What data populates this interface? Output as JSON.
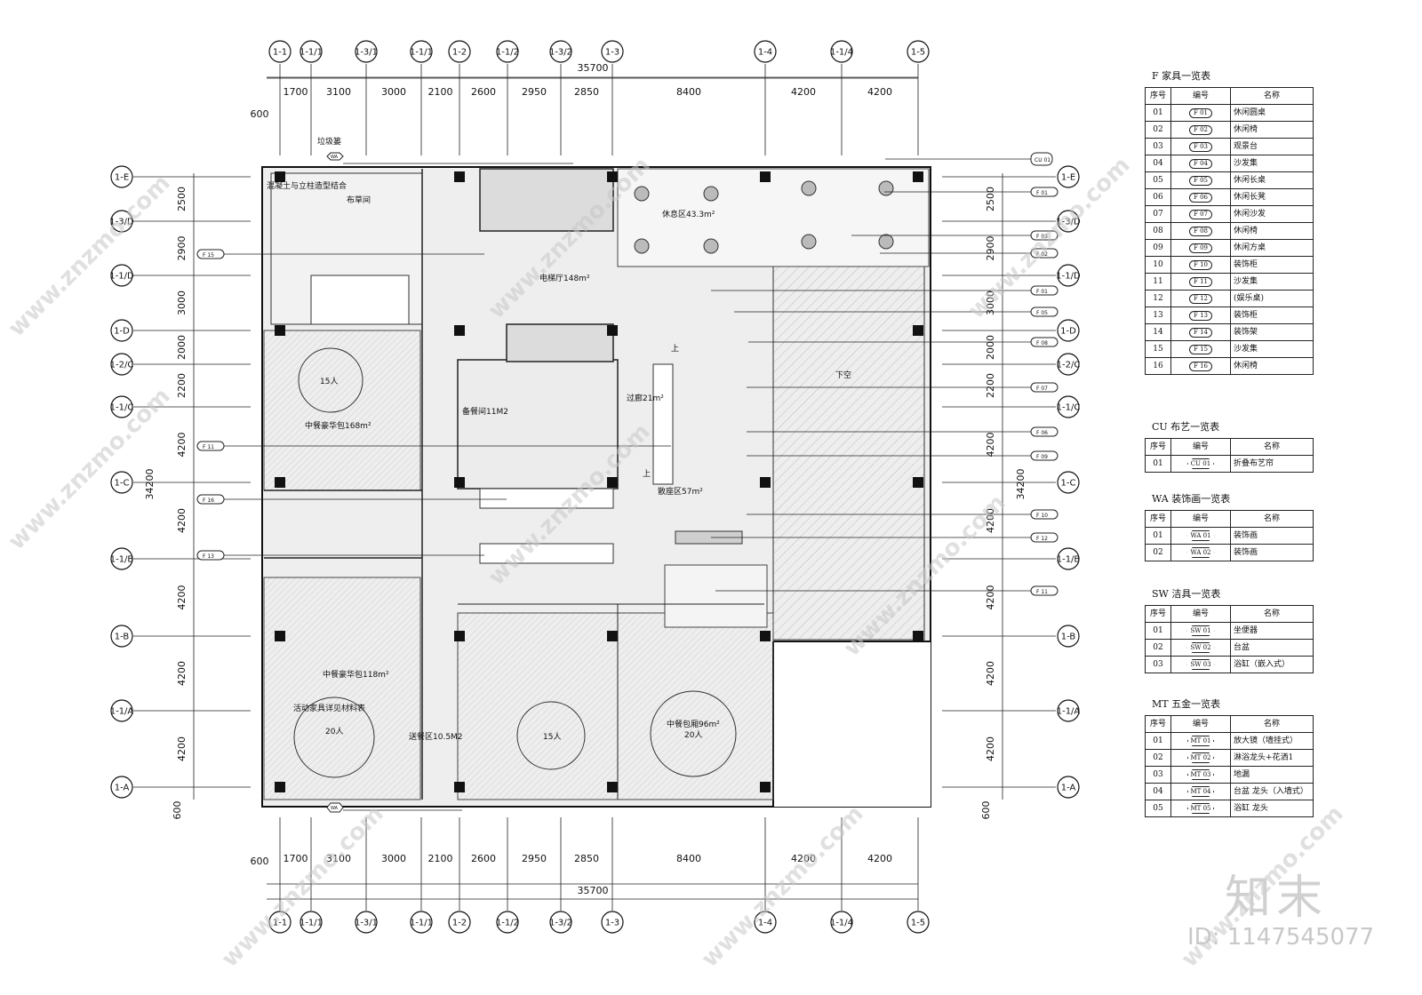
{
  "drawing": {
    "total_width_label": "35700",
    "total_height_label": "34200",
    "edge_offset_label": "600",
    "column_axes": [
      "1-1",
      "1-1/1",
      "1-3/1",
      "1-1/1",
      "1-2",
      "1-1/2",
      "1-3/2",
      "1-3",
      "1-4",
      "1-1/4",
      "1-5"
    ],
    "column_spacings": [
      "1700",
      "3100",
      "3000",
      "2100",
      "2600",
      "2950",
      "2850",
      "8400",
      "4200",
      "4200"
    ],
    "row_axes": [
      "1-E",
      "1-3/D",
      "1-1/D",
      "1-D",
      "1-2/C",
      "1-1/C",
      "1-C",
      "1-1/B",
      "1-B",
      "1-1/A",
      "1-A"
    ],
    "row_spacings": [
      "2500",
      "2900",
      "3000",
      "2000",
      "2200",
      "4200",
      "4200",
      "4200",
      "4200",
      "4200"
    ],
    "rooms": {
      "linen": "布草间",
      "trash": "垃圾篓",
      "elevator_hall": "电梯厅148m²",
      "lounge": "休息区43.3m²",
      "private_room_a": "中餐豪华包168m²",
      "private_room_a_seats": "15人",
      "prep": "备餐间11M2",
      "corridor": "过廊21m²",
      "seating": "散座区57m²",
      "void": "下空",
      "private_room_b": "中餐豪华包118m²",
      "private_room_b_note": "活动家具详见材料表",
      "private_room_b_seats": "20人",
      "service": "送餐区10.5M2",
      "private_room_c_seats": "15人",
      "private_room_d": "中餐包厢96m²",
      "private_room_d_seats": "20人",
      "up_1": "上",
      "up_2": "上",
      "partial_top_left": "混凝土与立柱造型结合"
    },
    "tags": {
      "f15": "F 15",
      "f11": "F 11",
      "f16": "F 16",
      "f13": "F 13",
      "f01": "F 01",
      "f03": "F 03",
      "f02": "F 02",
      "f01b": "F 01",
      "f05": "F 05",
      "f08": "F 08",
      "f07": "F 07",
      "f06": "F 06",
      "f09": "F 09",
      "f10": "F 10",
      "f12": "F 12",
      "f11b": "F 11",
      "cu01": "CU 01",
      "wa01": "WA",
      "wa02": "WA"
    }
  },
  "schedules": {
    "furniture": {
      "title": "F 家具一览表",
      "headers": [
        "序号",
        "编号",
        "名称"
      ],
      "rows": [
        [
          "01",
          "F 01",
          "休闲圆桌"
        ],
        [
          "02",
          "F 02",
          "休闲椅"
        ],
        [
          "03",
          "F 03",
          "观景台"
        ],
        [
          "04",
          "F 04",
          "沙发集"
        ],
        [
          "05",
          "F 05",
          "休闲长桌"
        ],
        [
          "06",
          "F 06",
          "休闲长凳"
        ],
        [
          "07",
          "F 07",
          "休闲沙发"
        ],
        [
          "08",
          "F 08",
          "休闲椅"
        ],
        [
          "09",
          "F 09",
          "休闲方桌"
        ],
        [
          "10",
          "F 10",
          "装饰柜"
        ],
        [
          "11",
          "F 11",
          "沙发集"
        ],
        [
          "12",
          "F 12",
          "(娱乐桌)"
        ],
        [
          "13",
          "F 13",
          "装饰柜"
        ],
        [
          "14",
          "F 14",
          "装饰架"
        ],
        [
          "15",
          "F 15",
          "沙发集"
        ],
        [
          "16",
          "F 16",
          "休闲椅"
        ]
      ]
    },
    "cloth": {
      "title": "CU 布艺一览表",
      "headers": [
        "序号",
        "编号",
        "名称"
      ],
      "rows": [
        [
          "01",
          "CU 01",
          "折叠布艺帘"
        ]
      ]
    },
    "art": {
      "title": "WA 装饰画一览表",
      "headers": [
        "序号",
        "编号",
        "名称"
      ],
      "rows": [
        [
          "01",
          "WA 01",
          "装饰画"
        ],
        [
          "02",
          "WA 02",
          "装饰画"
        ]
      ]
    },
    "sanitary": {
      "title": "SW 洁具一览表",
      "headers": [
        "序号",
        "编号",
        "名称"
      ],
      "rows": [
        [
          "01",
          "SW 01",
          "坐便器"
        ],
        [
          "02",
          "SW 02",
          "台盆"
        ],
        [
          "03",
          "SW 03",
          "浴缸（嵌入式）"
        ]
      ]
    },
    "hardware": {
      "title": "MT 五金一览表",
      "headers": [
        "序号",
        "编号",
        "名称"
      ],
      "rows": [
        [
          "01",
          "MT 01",
          "放大镜（墙挂式）"
        ],
        [
          "02",
          "MT 02",
          "淋浴龙头+花洒1"
        ],
        [
          "03",
          "MT 03",
          "地漏"
        ],
        [
          "04",
          "MT 04",
          "台盆 龙头（入墙式）"
        ],
        [
          "05",
          "MT 05",
          "浴缸 龙头"
        ]
      ]
    }
  },
  "watermark": {
    "site": "www.znzmo.com",
    "brand": "知末",
    "image_id": "ID: 1147545077"
  }
}
